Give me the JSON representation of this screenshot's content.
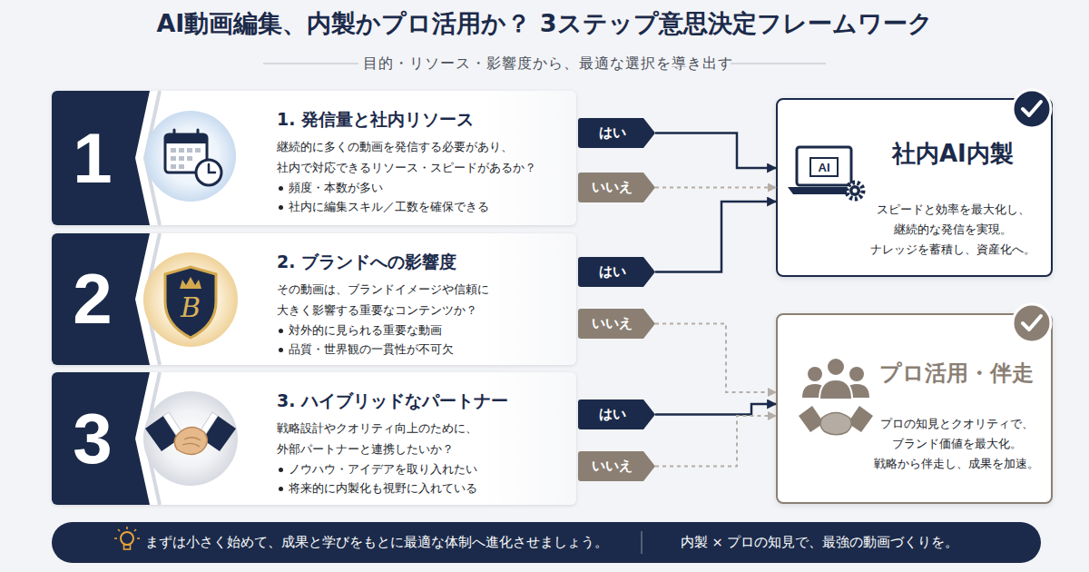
{
  "diagram": {
    "title": "AI動画編集、内製かプロ活用か？ 3ステップ意思決定フレームワーク",
    "nodes": [
      {
        "text": [
          "1",
          "1. 発信量と社内リソース",
          "継続的に多くの動画を発信する必要があり、 社内で対応できるリソース・スピードがあるか？",
          "頻度・本数が多い",
          "社内に編集スキル／工数を確保できる"
        ]
      },
      {
        "text": [
          "はい"
        ]
      },
      {
        "text": [
          "いいえ"
        ]
      },
      {
        "text": [
          "社内AI内製",
          "スピードと効率を最大化し、 継続的な発信を実現。 ナレッジを蓄積し、資産化へ。"
        ]
      },
      {
        "text": [
          "2",
          "2. ブランドへの影響度",
          "その動画は、ブランドイメージや信頼に 大きく影響する重要なコンテンツか？",
          "対外的に見られる重要な動画",
          "品質・世界観の一貫性が不可欠"
        ]
      },
      {
        "text": [
          "はい"
        ]
      },
      {
        "text": [
          "いいえ"
        ]
      },
      {
        "text": [
          "3",
          "3. ハイブリッドなパートナー",
          "戦略設計やクオリティ向上のために、 外部パートナーと連携したいか？",
          "ノウハウ・アイデアを取り入れたい",
          "将来的に内製化も視野に入れている"
        ]
      },
      {
        "text": [
          "はい"
        ]
      },
      {
        "text": [
          "いいえ"
        ]
      },
      {
        "text": [
          "プロ活用・伴走",
          "プロの知見とクオリティで、 ブランド価値を最大化。 戦略から伴走し、成果を加速。"
        ]
      },
      {
        "text": [
          "まずは小さく始めて、成果と学びをもとに最適な体制へ進化させましょう。",
          "内製 × プロの知見で、最強の動画づくりを。"
        ]
      }
    ],
    "edges": [
      {
        "from": 1,
        "to": 3,
        "arrow": "to"
      },
      {
        "from": 2,
        "to": 3,
        "arrow": "to"
      },
      {
        "from": 5,
        "to": 3,
        "arrow": "to"
      },
      {
        "from": 6,
        "to": 10,
        "arrow": "to"
      },
      {
        "from": 8,
        "to": 10,
        "arrow": "to"
      },
      {
        "from": 9,
        "to": 10,
        "arrow": "to"
      }
    ],
    "labels": [
      "目的・リソース・影響度から、最適な選択を導き出す",
      "AI",
      "B"
    ]
  }
}
